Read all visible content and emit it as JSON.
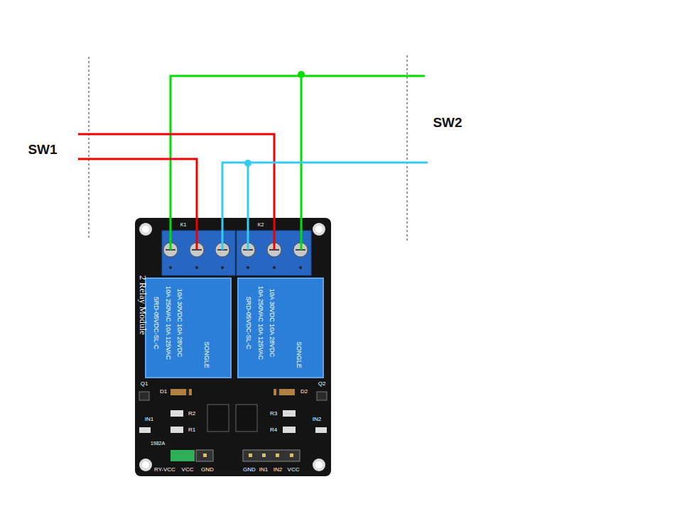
{
  "diagram": {
    "labels": [
      "SW1",
      "SW2",
      "2 Relay Module",
      "SRD-05VDC-SL-C",
      "SONGLE",
      "SRD-05VDC-SL-C",
      "SONGLE",
      "K1",
      "K2",
      "D1",
      "D2",
      "Q1",
      "Q2",
      "R1",
      "R2",
      "R3",
      "R4",
      "IN1",
      "IN2",
      "1982A",
      "RY-VCC",
      "VCC",
      "GND",
      "GND",
      "IN1",
      "IN2",
      "VCC",
      "10A 250VAC 10A 125VAC",
      "10A 30VDC 10A 28VDC",
      "10A 250VAC 10A 125VAC",
      "10A 30VDC 10A 28VDC"
    ]
  }
}
